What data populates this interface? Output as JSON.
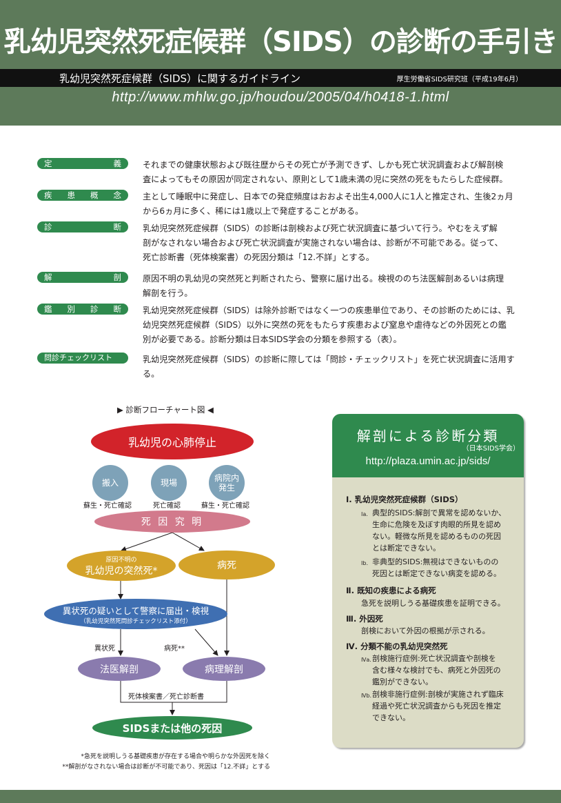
{
  "header": {
    "title": "乳幼児突然死症候群（SIDS）の診断の手引き",
    "subtitle": "乳幼児突然死症候群（SIDS）に関するガイドライン",
    "source": "厚生労働省SIDS研究班（平成19年6月）",
    "url": "http://www.mhlw.go.jp/houdou/2005/04/h0418-1.html"
  },
  "definitions": [
    {
      "term_chars": [
        "定",
        "義"
      ],
      "text": [
        "それまでの健康状態および既往歴からその死亡が予測できず、しかも死亡状況調査および解剖検",
        "査によってもその原因が同定されない、原則として1歳未満の児に突然の死をもたらした症候群。"
      ]
    },
    {
      "term_chars": [
        "疾",
        "患",
        "概",
        "念"
      ],
      "text": [
        "主として睡眠中に発症し、日本での発症頻度はおおよそ出生4,000人に1人と推定され、生後2ヵ月",
        "から6ヵ月に多く、稀には1歳以上で発症することがある。"
      ]
    },
    {
      "term_chars": [
        "診",
        "断"
      ],
      "text": [
        "乳幼児突然死症候群（SIDS）の診断は剖検および死亡状況調査に基づいて行う。やむをえず解",
        "剖がなされない場合および死亡状況調査が実施されない場合は、診断が不可能である。従って、",
        "死亡診断書（死体検案書）の死因分類は「12.不詳」とする。"
      ]
    },
    {
      "term_chars": [
        "解",
        "剖"
      ],
      "text": [
        "原因不明の乳幼児の突然死と判断されたら、警察に届け出る。検視ののち法医解剖あるいは病理",
        "解剖を行う。"
      ]
    },
    {
      "term_chars": [
        "鑑",
        "別",
        "診",
        "断"
      ],
      "text": [
        "乳幼児突然死症候群（SIDS）は除外診断ではなく一つの疾患単位であり、その診断のためには、乳",
        "幼児突然死症候群（SIDS）以外に突然の死をもたらす疾患および窒息や虐待などの外因死との鑑",
        "別が必要である。診断分類は日本SIDS学会の分類を参照する（表）。"
      ]
    },
    {
      "term_chars": [
        "問診チェックリスト"
      ],
      "text": [
        "乳幼児突然死症候群（SIDS）の診断に際しては「問診・チェックリスト」を死亡状況調査に活用する。"
      ]
    }
  ],
  "flowchart": {
    "title": "▶ 診断フローチャート図 ◀",
    "start": "乳幼児の心肺停止",
    "circles": [
      "搬入",
      "現場",
      "病院内発生"
    ],
    "circle_notes": [
      "蘇生・死亡確認",
      "死亡確認",
      "蘇生・死亡確認"
    ],
    "cause": "死 因 究 明",
    "unknown_small": "原因不明の",
    "unknown_main": "乳幼児の突然死*",
    "disease": "病死",
    "report_main": "異状死の疑いとして警察に届出・検視",
    "report_sub": "（乳幼児突然死問診チェックリスト添付）",
    "edge_abnormal": "異状死",
    "edge_disease": "病死**",
    "forensic": "法医解剖",
    "pathology": "病理解剖",
    "certificate": "死体検案書／死亡診断書",
    "result": "SIDSまたは他の死因",
    "notes": [
      "*急死を説明しうる基礎疾患が存在する場合や明らかな外因死を除く",
      "**解剖がなされない場合は診断が不可能であり、死因は「12.不詳」とする"
    ]
  },
  "classification": {
    "title": "解剖による診断分類",
    "society": "（日本SIDS学会）",
    "url": "http://plaza.umin.ac.jp/sids/",
    "categories": [
      {
        "label": "Ⅰ. 乳幼児突然死症候群（SIDS）"
      },
      {
        "label": "Ⅱ. 既知の疾患による病死",
        "text": "急死を説明しうる基礎疾患を証明できる。"
      },
      {
        "label": "Ⅲ. 外因死",
        "text": "剖検において外因の根拠が示される。"
      },
      {
        "label": "Ⅳ. 分類不能の乳幼児突然死"
      }
    ],
    "subs": [
      {
        "mark": "Ⅰa.",
        "lines": [
          "典型的SIDS:解剖で異常を認めないか、",
          "生命に危険を及ぼす肉眼的所見を認め",
          "ない。軽微な所見を認めるものの死因",
          "とは断定できない。"
        ]
      },
      {
        "mark": "Ⅰb.",
        "lines": [
          "非典型的SIDS:無視はできないものの",
          "死因とは断定できない病変を認める。"
        ]
      },
      {
        "mark": "Ⅳa.",
        "lines": [
          "剖検施行症例:死亡状況調査や剖検を",
          "含む様々な検討でも、病死と外因死の",
          "鑑別ができない。"
        ]
      },
      {
        "mark": "Ⅳb.",
        "lines": [
          "剖検非施行症例:剖検が実施されず臨床",
          "経過や死亡状況調査からも死因を推定",
          "できない。"
        ]
      }
    ]
  },
  "colors": {
    "header_green": "#5d7a5a",
    "term_green": "#2f8a4e",
    "start_red": "#d2232a",
    "circle_blue": "#7ea2b8",
    "cause_pink": "#d27a8c",
    "gold": "#d4a32a",
    "report_blue": "#3f6fb2",
    "purple": "#8a7bae",
    "result_green": "#2f8a4e",
    "panel_beige": "#dcdcc6"
  }
}
